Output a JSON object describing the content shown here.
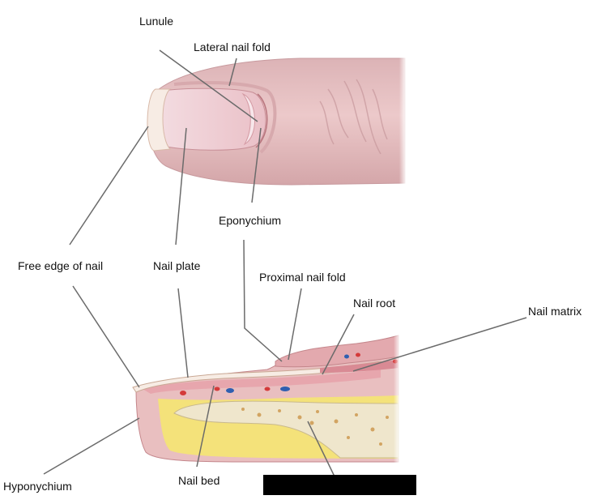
{
  "labels": {
    "lunule": "Lunule",
    "lateral_nail_fold": "Lateral nail fold",
    "eponychium": "Eponychium",
    "free_edge": "Free edge of nail",
    "nail_plate": "Nail plate",
    "proximal_nail_fold": "Proximal nail fold",
    "nail_root": "Nail root",
    "nail_matrix": "Nail matrix",
    "hyponychium": "Hyponychium",
    "nail_bed": "Nail bed"
  },
  "colors": {
    "skin": "#e7c3c4",
    "skin_shadow": "#c99a9d",
    "nail_plate": "#f2d3d8",
    "nail_edge": "#f7ece4",
    "fat": "#f4e27a",
    "bone": "#efe6cc",
    "bone_spots": "#c98f3f",
    "artery": "#d43a3a",
    "vein": "#2f5fb0",
    "leader_line": "#6b6b6b",
    "redaction": "#000000"
  }
}
